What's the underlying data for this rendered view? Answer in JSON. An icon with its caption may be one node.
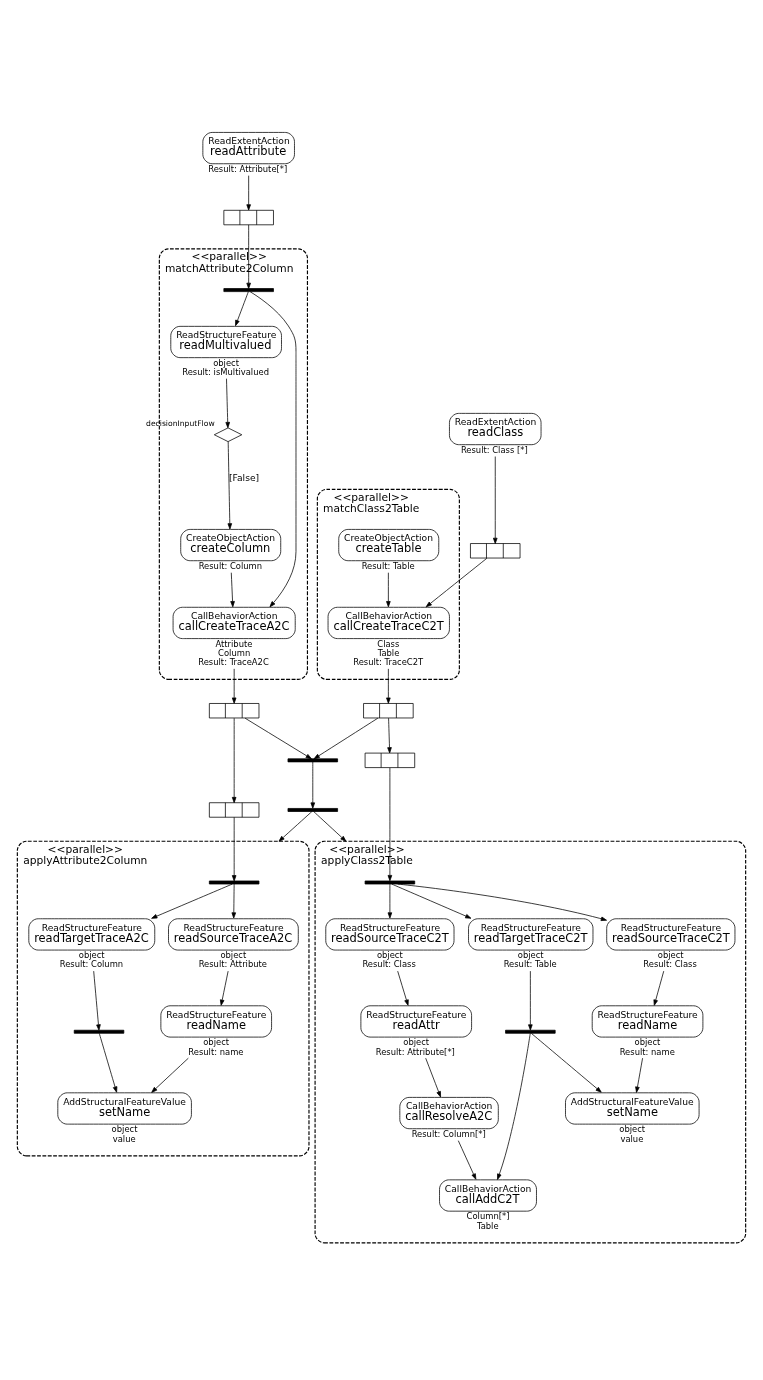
{
  "diagram": {
    "nodes": [
      {
        "text": [
          "ReadExtentAction",
          "readAttribute"
        ],
        "beside": [
          "Result: Attribute[*]"
        ]
      },
      {
        "text": [
          "ReadExtentAction",
          "readClass"
        ],
        "beside": [
          "Result: Class [*]"
        ]
      },
      {
        "text": [
          "<<parallel>>",
          "matchAttribute2Column"
        ]
      },
      {
        "text": [],
        "shape": "box"
      },
      {
        "text": [],
        "shape": "bar",
        "in": 2
      },
      {
        "text": [
          "ReadStructureFeature",
          "readMultivalued"
        ],
        "beside": [
          "object",
          "Result: isMultivalued"
        ],
        "in": 2
      },
      {
        "text": [],
        "shape": "diamond",
        "beside": [
          "decisionInputFlow"
        ],
        "in": 2
      },
      {
        "text": [
          "CreateObjectAction",
          "createColumn"
        ],
        "beside": [
          "Result: Column"
        ],
        "in": 2
      },
      {
        "text": [
          "CallBehaviorAction",
          "callCreateTraceA2C"
        ],
        "beside": [
          "Attribute",
          "Column",
          "Result: TraceA2C"
        ],
        "in": 2
      },
      {
        "text": [],
        "shape": "box"
      },
      {
        "text": [
          "<<parallel>>",
          "matchClass2Table"
        ]
      },
      {
        "text": [],
        "shape": "box"
      },
      {
        "text": [
          "CreateObjectAction",
          "createTable"
        ],
        "beside": [
          "Result: Table"
        ],
        "in": 10
      },
      {
        "text": [
          "CallBehaviorAction",
          "callCreateTraceC2T"
        ],
        "beside": [
          "Class",
          "Table",
          "Result: TraceC2T"
        ],
        "in": 10
      },
      {
        "text": [],
        "shape": "box"
      },
      {
        "text": [],
        "shape": "bar"
      },
      {
        "text": [],
        "shape": "bar"
      },
      {
        "text": [
          "<<parallel>>",
          "applyAttribute2Column"
        ]
      },
      {
        "text": [],
        "shape": "box"
      },
      {
        "text": [],
        "shape": "bar",
        "in": 17
      },
      {
        "text": [
          "ReadStructureFeature",
          "readTargetTraceA2C"
        ],
        "beside": [
          "object",
          "Result: Column"
        ],
        "in": 17
      },
      {
        "text": [
          "ReadStructureFeature",
          "readSourceTraceA2C"
        ],
        "beside": [
          "object",
          "Result: Attribute"
        ],
        "in": 17
      },
      {
        "text": [],
        "shape": "bar",
        "in": 17
      },
      {
        "text": [
          "ReadStructureFeature",
          "readName"
        ],
        "beside": [
          "object",
          "Result: name"
        ],
        "in": 17
      },
      {
        "text": [
          "AddStructuralFeatureValue",
          "setName"
        ],
        "beside": [
          "object",
          "value"
        ],
        "in": 17
      },
      {
        "text": [
          "<<parallel>>",
          "applyClass2Table"
        ]
      },
      {
        "text": [],
        "shape": "box"
      },
      {
        "text": [],
        "shape": "bar",
        "in": 25
      },
      {
        "text": [
          "ReadStructureFeature",
          "readSourceTraceC2T"
        ],
        "beside": [
          "object",
          "Result: Class"
        ],
        "in": 25
      },
      {
        "text": [
          "ReadStructureFeature",
          "readTargetTraceC2T"
        ],
        "beside": [
          "object",
          "Result: Table"
        ],
        "in": 25
      },
      {
        "text": [
          "ReadStructureFeature",
          "readSourceTraceC2T"
        ],
        "beside": [
          "object",
          "Result: Class"
        ],
        "in": 25
      },
      {
        "text": [
          "ReadStructureFeature",
          "readAttr"
        ],
        "beside": [
          "object",
          "Result: Attribute[*]"
        ],
        "in": 25
      },
      {
        "text": [
          "CallBehaviorAction",
          "callResolveA2C"
        ],
        "beside": [
          "Result: Column[*]"
        ],
        "in": 25
      },
      {
        "text": [],
        "shape": "bar",
        "in": 25
      },
      {
        "text": [
          "ReadStructureFeature",
          "readName"
        ],
        "beside": [
          "object",
          "Result: name"
        ],
        "in": 25
      },
      {
        "text": [
          "CallBehaviorAction",
          "callAddC2T"
        ],
        "beside": [
          "Column[*]",
          "Table"
        ],
        "in": 25
      },
      {
        "text": [
          "AddStructuralFeatureValue",
          "setName"
        ],
        "beside": [
          "object",
          "value"
        ],
        "in": 25
      }
    ],
    "edges": [
      {
        "from": 0,
        "to": 3,
        "arrow": "to"
      },
      {
        "from": 1,
        "to": 11,
        "arrow": "to"
      },
      {
        "from": 3,
        "to": 4,
        "arrow": "to"
      },
      {
        "from": 4,
        "to": 5,
        "arrow": "to"
      },
      {
        "from": 4,
        "to": 8,
        "arrow": "to"
      },
      {
        "from": 5,
        "to": 6,
        "arrow": "to"
      },
      {
        "from": 6,
        "to": 7,
        "arrow": "to",
        "label": "[False]"
      },
      {
        "from": 7,
        "to": 8,
        "arrow": "to"
      },
      {
        "from": 8,
        "to": 9,
        "arrow": "to"
      },
      {
        "from": 11,
        "to": 13,
        "arrow": "to"
      },
      {
        "from": 12,
        "to": 13,
        "arrow": "to"
      },
      {
        "from": 13,
        "to": 14,
        "arrow": "to"
      },
      {
        "from": 9,
        "to": 15,
        "arrow": "to"
      },
      {
        "from": 14,
        "to": 15,
        "arrow": "to"
      },
      {
        "from": 15,
        "to": 16,
        "arrow": "to"
      },
      {
        "from": 16,
        "to": 17,
        "arrow": "to"
      },
      {
        "from": 16,
        "to": 25,
        "arrow": "to"
      },
      {
        "from": 9,
        "to": 18,
        "arrow": "to"
      },
      {
        "from": 14,
        "to": 26,
        "arrow": "to"
      },
      {
        "from": 18,
        "to": 19,
        "arrow": "to"
      },
      {
        "from": 19,
        "to": 20,
        "arrow": "to"
      },
      {
        "from": 19,
        "to": 21,
        "arrow": "to"
      },
      {
        "from": 20,
        "to": 22,
        "arrow": "to"
      },
      {
        "from": 21,
        "to": 23,
        "arrow": "to"
      },
      {
        "from": 22,
        "to": 24,
        "arrow": "to"
      },
      {
        "from": 23,
        "to": 24,
        "arrow": "to"
      },
      {
        "from": 26,
        "to": 27,
        "arrow": "to"
      },
      {
        "from": 27,
        "to": 28,
        "arrow": "to"
      },
      {
        "from": 27,
        "to": 29,
        "arrow": "to"
      },
      {
        "from": 27,
        "to": 30,
        "arrow": "to"
      },
      {
        "from": 28,
        "to": 31,
        "arrow": "to"
      },
      {
        "from": 31,
        "to": 32,
        "arrow": "to"
      },
      {
        "from": 32,
        "to": 35,
        "arrow": "to"
      },
      {
        "from": 29,
        "to": 33,
        "arrow": "to"
      },
      {
        "from": 33,
        "to": 35,
        "arrow": "to"
      },
      {
        "from": 33,
        "to": 36,
        "arrow": "to"
      },
      {
        "from": 30,
        "to": 34,
        "arrow": "to"
      },
      {
        "from": 34,
        "to": 36,
        "arrow": "to"
      }
    ]
  }
}
